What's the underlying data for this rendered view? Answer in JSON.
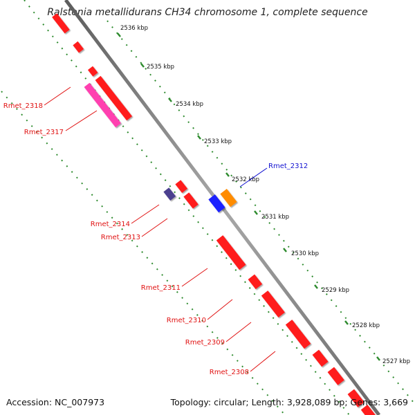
{
  "title": "Ralstonia metallidurans CH34 chromosome 1, complete sequence",
  "footer": {
    "accession": "Accession: NC_007973",
    "topology": "Topology: circular; Length: 3,928,089 bp; Genes: 3,669"
  },
  "colors": {
    "backbone": "#8a8a8a",
    "tick": "#2e8b2e",
    "gene_red": "#ff1a1a",
    "gene_pink": "#ff3fb0",
    "gene_purple": "#4b3f8f",
    "gene_blue": "#1e24ff",
    "gene_orange": "#ff8c00",
    "label_red": "#e01010",
    "label_blue": "#1010d0"
  },
  "kbp_labels": [
    "2536 kbp",
    "2535 kbp",
    "2534 kbp",
    "2533 kbp",
    "2532 kbp",
    "2531 kbp",
    "2530 kbp",
    "2529 kbp",
    "2528 kbp",
    "2527 kbp"
  ],
  "gene_labels": [
    {
      "id": "Rmet_2318",
      "text": "Rmet_2318",
      "color": "red"
    },
    {
      "id": "Rmet_2317",
      "text": "Rmet_2317",
      "color": "red"
    },
    {
      "id": "Rmet_2314",
      "text": "Rmet_2314",
      "color": "red"
    },
    {
      "id": "Rmet_2313",
      "text": "Rmet_2313",
      "color": "red"
    },
    {
      "id": "Rmet_2311",
      "text": "Rmet_2311",
      "color": "red"
    },
    {
      "id": "Rmet_2310",
      "text": "Rmet_2310",
      "color": "red"
    },
    {
      "id": "Rmet_2309",
      "text": "Rmet_2309",
      "color": "red"
    },
    {
      "id": "Rmet_2308",
      "text": "Rmet_2308",
      "color": "red"
    },
    {
      "id": "Rmet_2312",
      "text": "Rmet_2312",
      "color": "blue"
    }
  ]
}
